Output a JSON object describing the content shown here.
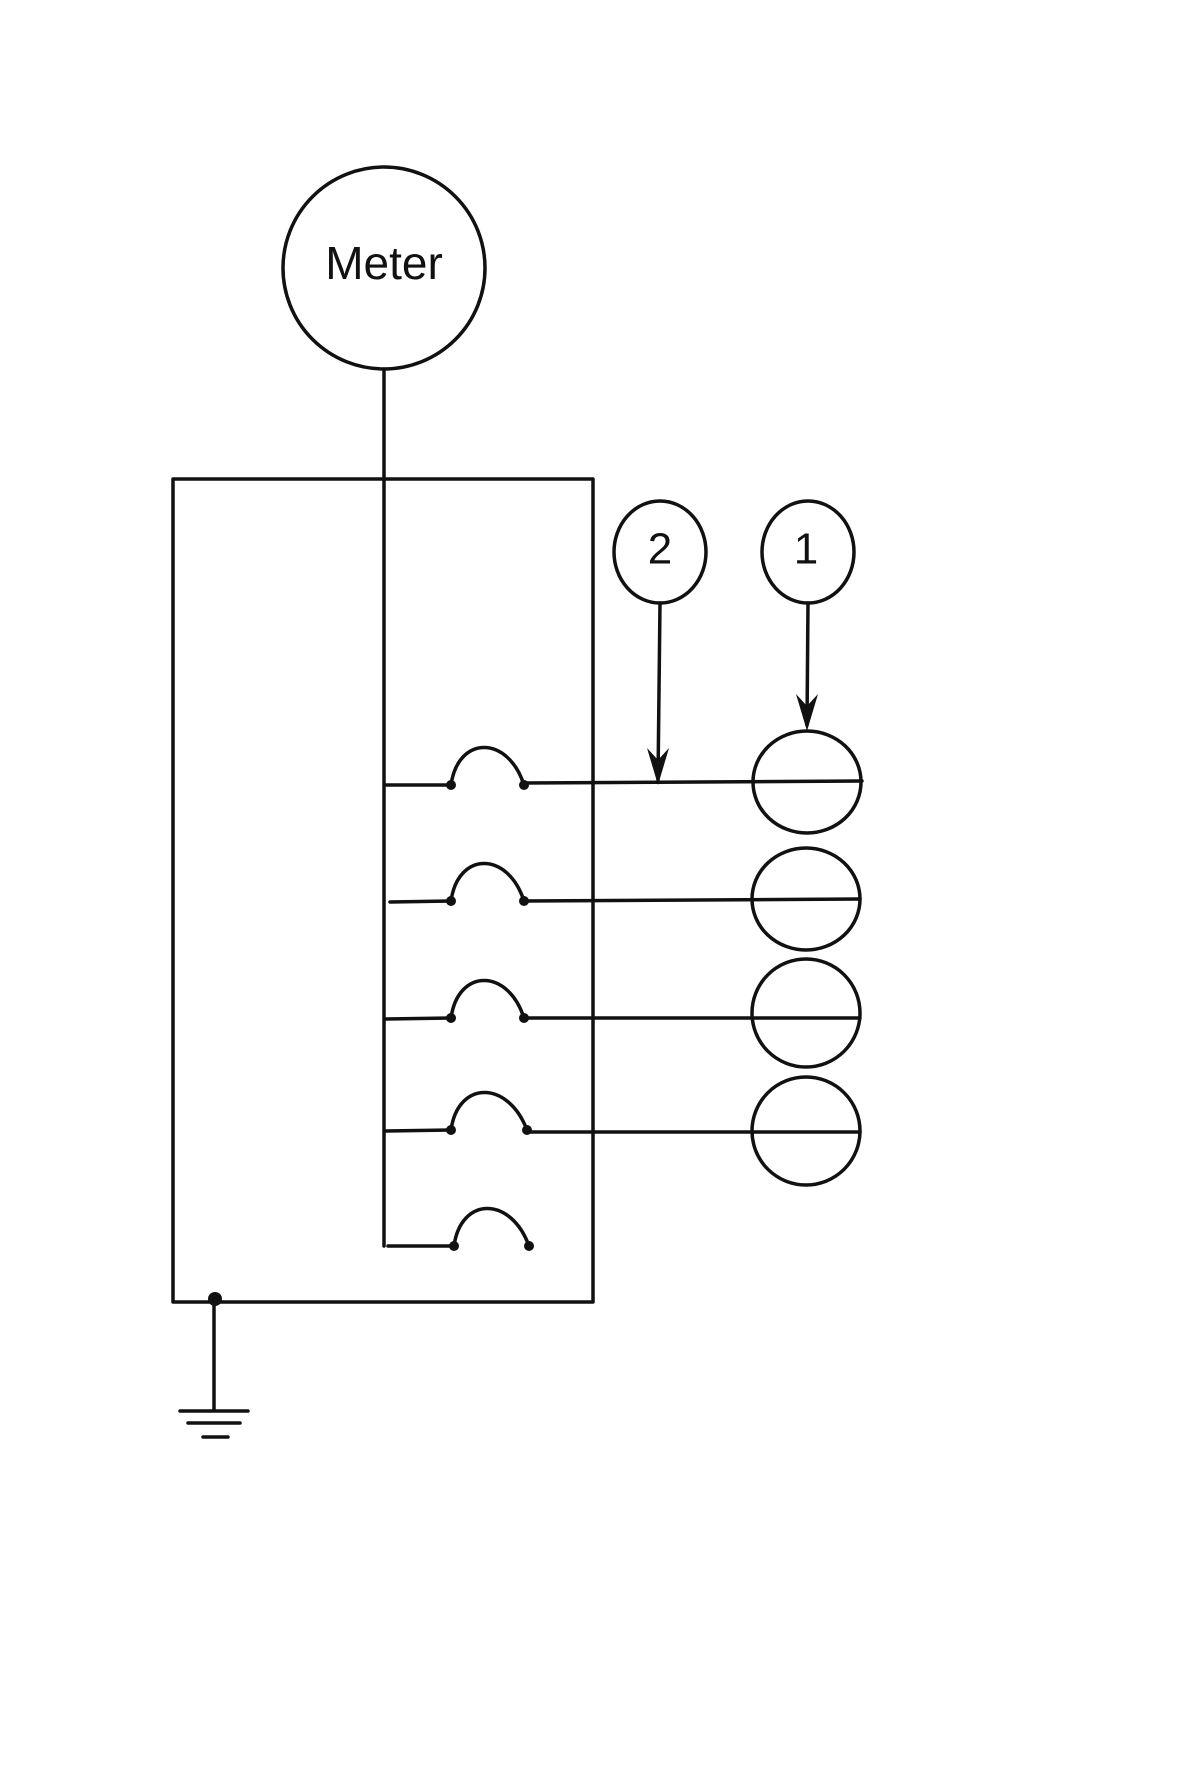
{
  "meter": {
    "label": "Meter"
  },
  "callouts": [
    {
      "number": "1"
    },
    {
      "number": "2"
    }
  ],
  "breakers": {
    "count": 5
  },
  "loads": {
    "count": 4
  },
  "ground": {
    "symbol": "ground-icon"
  },
  "colors": {
    "line": "#111111",
    "background": "#ffffff"
  }
}
